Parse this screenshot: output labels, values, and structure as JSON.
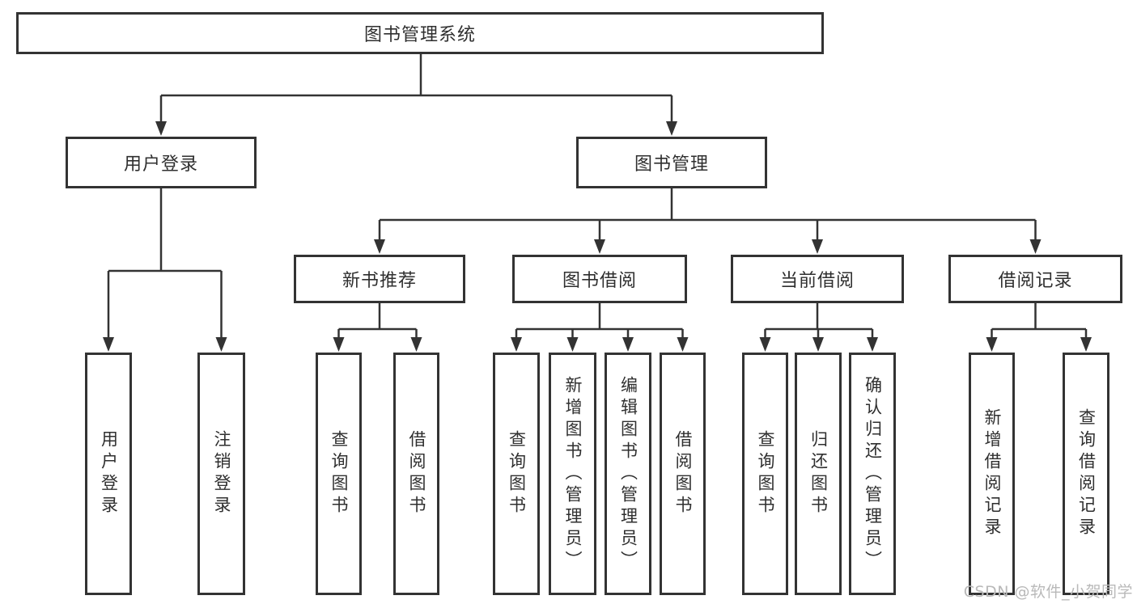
{
  "diagram": {
    "type": "tree",
    "title": "图书管理系统",
    "colors": {
      "line": "#333333",
      "box_border": "#333333",
      "text": "#2f2f2f",
      "background": "#ffffff",
      "watermark": "#b9b9b9"
    },
    "watermark": "CSDN @软件_小贺同学",
    "tree": {
      "label": "图书管理系统",
      "children": [
        {
          "label": "用户登录",
          "children": [
            {
              "label": "用户登录"
            },
            {
              "label": "注销登录"
            }
          ]
        },
        {
          "label": "图书管理",
          "children": [
            {
              "label": "新书推荐",
              "children": [
                {
                  "label": "查询图书"
                },
                {
                  "label": "借阅图书"
                }
              ]
            },
            {
              "label": "图书借阅",
              "children": [
                {
                  "label": "查询图书"
                },
                {
                  "label": "新增图书（管理员）"
                },
                {
                  "label": "编辑图书（管理员）"
                },
                {
                  "label": "借阅图书"
                }
              ]
            },
            {
              "label": "当前借阅",
              "children": [
                {
                  "label": "查询图书"
                },
                {
                  "label": "归还图书"
                },
                {
                  "label": "确认归还（管理员）"
                }
              ]
            },
            {
              "label": "借阅记录",
              "children": [
                {
                  "label": "新增借阅记录"
                },
                {
                  "label": "查询借阅记录"
                }
              ]
            }
          ]
        }
      ]
    }
  }
}
